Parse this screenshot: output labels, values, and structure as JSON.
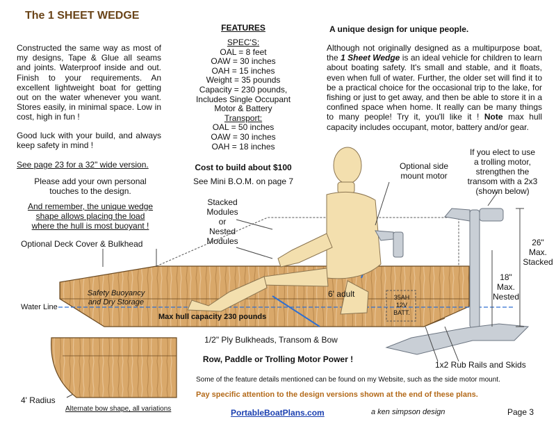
{
  "title": "The 1 SHEET WEDGE",
  "left": {
    "intro": "Constructed the same way as most of my designs, Tape & Glue all seams and joints. Waterproof inside and out. Finish to your requirements. An excellent lightweight boat for getting out on the water whenever you want. Stores easily, in minimal space. Low in cost, high in fun !",
    "good_luck": "Good luck with your build, and always keep safety in mind !",
    "page23": "See page 23 for a 32\" wide version.",
    "personal": [
      "Please add your own personal",
      "touches to the design."
    ],
    "remember": [
      "And remember, the unique wedge",
      "shape allows placing the load",
      "where the hull is most buoyant !"
    ]
  },
  "features": {
    "heading": "FEATURES",
    "specs_heading": "SPEC'S:",
    "specs": [
      "OAL = 8 feet",
      "OAW = 30 inches",
      "OAH = 15 inches",
      "Weight = 35 pounds",
      "Capacity = 230 pounds,",
      "Includes Single Occupant",
      "Motor & Battery"
    ],
    "transport_heading": "Transport:",
    "transport": [
      "OAL = 50 inches",
      "OAW =  30 inches",
      "OAH = 18 inches"
    ],
    "cost": "Cost to build about $100",
    "bom": "See Mini B.O.M. on page 7"
  },
  "right": {
    "heading": "A unique design for unique people.",
    "body_a": "Although not originally designed as a multipurpose boat, the ",
    "body_name": "1 Sheet Wedge",
    "body_b": " is an ideal vehicle for children to learn about boating safety. It's small and stable, and it floats, even when full of water. Further, the older set will find it to be a practical choice for the occasional trip to the lake, for fishing or just to get away, and then be able to store it in a confined space when home.  It really can be many things to many people!  Try it, you'll like it ! ",
    "body_note": "Note",
    "body_c": " max hull capacity includes occupant, motor, battery and/or gear."
  },
  "diagram": {
    "side_mount": [
      "Optional side",
      "mount motor"
    ],
    "trolling": [
      "If you elect to use",
      "a trolling motor,",
      "strengthen the",
      "transom with a 2x3",
      "(shown below)"
    ],
    "stacked_modules": [
      "Stacked",
      "Modules",
      "or",
      "Nested",
      "Modules"
    ],
    "deck_cover": "Optional Deck Cover & Bulkhead",
    "stacked_dim": [
      "26\"",
      "Max.",
      "Stacked"
    ],
    "nested_dim": [
      "18\"",
      "Max.",
      "Nested"
    ],
    "buoyancy": [
      "Safety Buoyancy",
      "and Dry Storage"
    ],
    "water_line": "Water Line",
    "adult": "6' adult",
    "battery": [
      "35AH",
      "12V",
      "BATT."
    ],
    "max_capacity": "Max hull capacity 230 pounds",
    "bulkheads": "1/2\" Ply Bulkheads, Transom & Bow",
    "power": "Row, Paddle or Trolling Motor Power !",
    "rub_rails": "1x2 Rub Rails and Skids",
    "website_note": "Some of the feature details mentioned can be found on my Website, such as the side motor mount.",
    "attention": "Pay specific attention to the design versions shown at the end of these plans.",
    "radius": "4' Radius",
    "alt_bow": "Alternate bow shape, all variations"
  },
  "footer": {
    "url": "PortableBoatPlans.com",
    "credit": "a ken simpson design",
    "page": "Page  3"
  },
  "colors": {
    "title": "#6a4418",
    "wood": "#d9a86a",
    "figure": "#f3dfae",
    "water_line": "#2f6fd0",
    "motor": "#c9cfd6",
    "accent_orange": "#b36a1a",
    "link_blue": "#1a3fb0"
  }
}
